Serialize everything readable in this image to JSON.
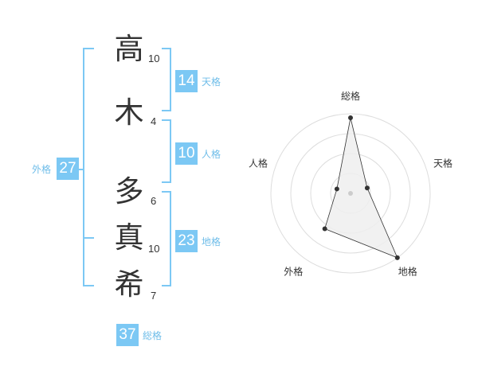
{
  "name": {
    "chars": [
      {
        "char": "高",
        "strokes": "10"
      },
      {
        "char": "木",
        "strokes": "4"
      },
      {
        "char": "多",
        "strokes": "6"
      },
      {
        "char": "真",
        "strokes": "10"
      },
      {
        "char": "希",
        "strokes": "7"
      }
    ]
  },
  "fortunes": {
    "tenkaku": {
      "value": "14",
      "label": "天格"
    },
    "jinkaku": {
      "value": "10",
      "label": "人格"
    },
    "chikaku": {
      "value": "23",
      "label": "地格"
    },
    "gaikaku": {
      "value": "27",
      "label": "外格"
    },
    "soukaku": {
      "value": "37",
      "label": "総格"
    }
  },
  "colors": {
    "accent": "#7cc8f4",
    "accent_text": "#6fbde9",
    "text": "#333333",
    "grid": "#dddddd",
    "fill": "#eeeeee",
    "line": "#333333"
  },
  "chart_data": {
    "type": "radar",
    "axes": [
      "総格",
      "天格",
      "地格",
      "外格",
      "人格"
    ],
    "values": [
      37,
      14,
      23,
      27,
      10
    ],
    "scale": "rank",
    "grid_rings": 4,
    "normalized_levels": [
      0.95,
      0.22,
      1.0,
      0.55,
      0.18
    ]
  }
}
